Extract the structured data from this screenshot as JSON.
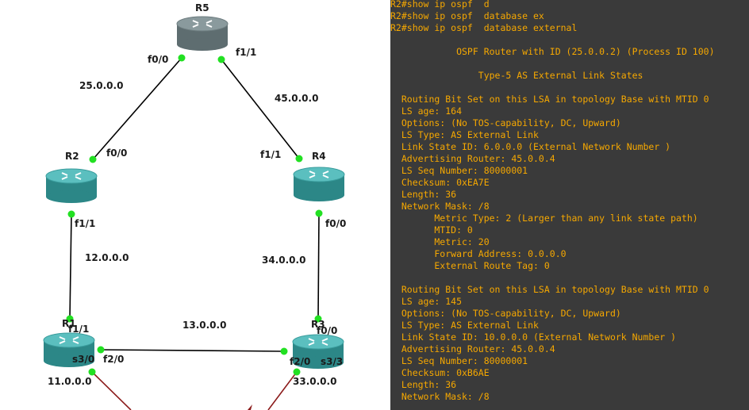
{
  "topology": {
    "routers": [
      {
        "id": "R5",
        "label": "R5"
      },
      {
        "id": "R2",
        "label": "R2"
      },
      {
        "id": "R4",
        "label": "R4"
      },
      {
        "id": "R1",
        "label": "R1"
      },
      {
        "id": "R3",
        "label": "R3"
      }
    ],
    "networks": {
      "r5_r2": "25.0.0.0",
      "r5_r4": "45.0.0.0",
      "r2_r1": "12.0.0.0",
      "r4_r3": "34.0.0.0",
      "r1_r3": "13.0.0.0",
      "r1_stub": "11.0.0.0",
      "r3_stub": "33.0.0.0"
    },
    "interfaces": {
      "r5_f00": "f0/0",
      "r5_f11": "f1/1",
      "r2_f00": "f0/0",
      "r4_f11": "f1/1",
      "r2_f11": "f1/1",
      "r4_f00": "f0/0",
      "r1_f11": "f1/1",
      "r3_f00": "f0/0",
      "r1_s30": "s3/0",
      "r1_f20": "f2/0",
      "r3_f20": "f2/0",
      "r3_s33": "s3/3"
    },
    "colors": {
      "ethernet_link": "#000000",
      "serial_link": "#8b1a1a",
      "interface_up": "#22e022",
      "router_teal": "#3fa9a9",
      "router_gray": "#7f8c8f"
    }
  },
  "terminal": {
    "lines": [
      "R2#show ip ospf  d",
      "R2#show ip ospf  database ex",
      "R2#show ip ospf  database external",
      "",
      "            OSPF Router with ID (25.0.0.2) (Process ID 100)",
      "",
      "                Type-5 AS External Link States",
      "",
      "  Routing Bit Set on this LSA in topology Base with MTID 0",
      "  LS age: 164",
      "  Options: (No TOS-capability, DC, Upward)",
      "  LS Type: AS External Link",
      "  Link State ID: 6.0.0.0 (External Network Number )",
      "  Advertising Router: 45.0.0.4",
      "  LS Seq Number: 80000001",
      "  Checksum: 0xEA7E",
      "  Length: 36",
      "  Network Mask: /8",
      "        Metric Type: 2 (Larger than any link state path)",
      "        MTID: 0",
      "        Metric: 20",
      "        Forward Address: 0.0.0.0",
      "        External Route Tag: 0",
      "",
      "  Routing Bit Set on this LSA in topology Base with MTID 0",
      "  LS age: 145",
      "  Options: (No TOS-capability, DC, Upward)",
      "  LS Type: AS External Link",
      "  Link State ID: 10.0.0.0 (External Network Number )",
      "  Advertising Router: 45.0.0.4",
      "  LS Seq Number: 80000001",
      "  Checksum: 0xB6AE",
      "  Length: 36",
      "  Network Mask: /8"
    ]
  }
}
